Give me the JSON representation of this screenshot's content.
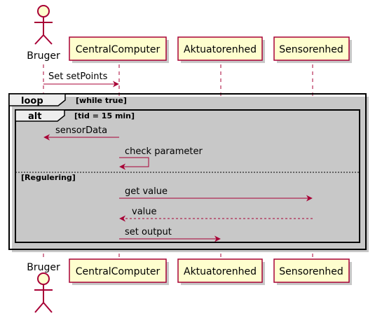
{
  "colors": {
    "accent": "#A80036",
    "participant_fill": "#FEFECE",
    "frame_fill": "#EEEEEE",
    "shadow": "#C8C8C8"
  },
  "participants": [
    {
      "id": "bruger",
      "label": "Bruger",
      "kind": "actor"
    },
    {
      "id": "cc",
      "label": "CentralComputer",
      "kind": "box"
    },
    {
      "id": "akt",
      "label": "Aktuatorenhed",
      "kind": "box"
    },
    {
      "id": "sen",
      "label": "Sensorenhed",
      "kind": "box"
    }
  ],
  "messages": [
    {
      "from": "bruger",
      "to": "cc",
      "label": "Set setPoints",
      "style": "solid"
    },
    {
      "from": "cc",
      "to": "bruger",
      "label": "sensorData",
      "style": "solid"
    },
    {
      "from": "cc",
      "to": "cc",
      "label": "check parameter",
      "style": "self"
    },
    {
      "from": "cc",
      "to": "sen",
      "label": "get value",
      "style": "solid"
    },
    {
      "from": "sen",
      "to": "cc",
      "label": "value",
      "style": "dashed"
    },
    {
      "from": "cc",
      "to": "akt",
      "label": "set output",
      "style": "solid"
    }
  ],
  "frames": {
    "loop": {
      "title": "loop",
      "guard": "[while true]"
    },
    "alt": {
      "title": "alt",
      "guard": "[tid = 15 min]",
      "else_guard": "[Regulering]"
    }
  }
}
